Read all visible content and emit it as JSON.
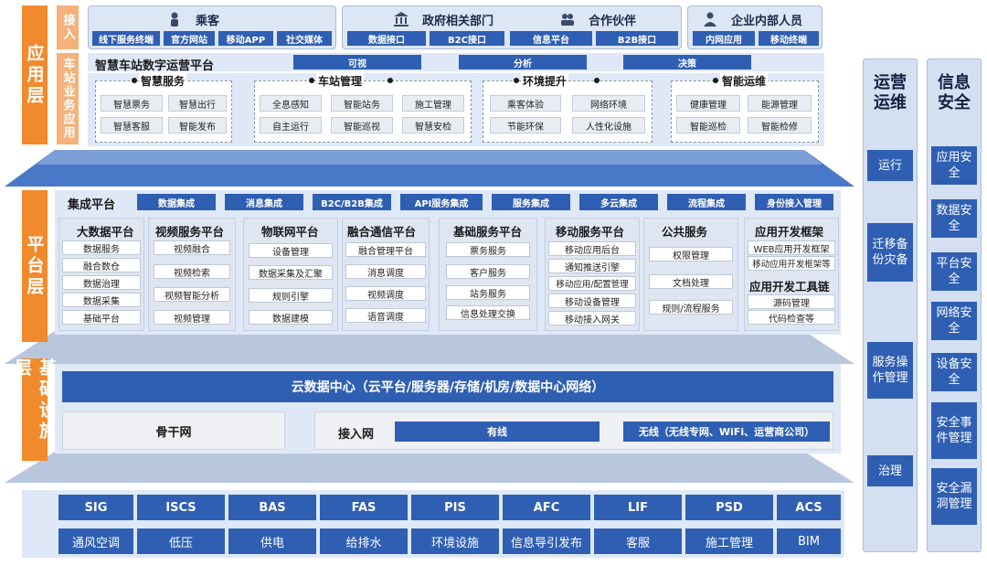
{
  "layers": {
    "application": "应用层",
    "platform": "平台层",
    "infrastructure": "基础设施层",
    "access_label": "接入",
    "station_app_label": "车站业务应用"
  },
  "access": {
    "passenger": {
      "title": "乘客",
      "items": [
        "线下服务终端",
        "官方网站",
        "移动APP",
        "社交媒体"
      ]
    },
    "gov": {
      "title": "政府相关部门",
      "items": [
        "数据接口",
        "B2C接口"
      ]
    },
    "partner": {
      "title": "合作伙伴",
      "items": [
        "信息平台",
        "B2B接口"
      ]
    },
    "internal": {
      "title": "企业内部人员",
      "items": [
        "内网应用",
        "移动终端"
      ]
    }
  },
  "station_platform": {
    "title": "智慧车站数字运营平台",
    "bars": [
      "可视",
      "分析",
      "决策"
    ]
  },
  "app_sections": [
    {
      "title": "智慧服务",
      "items": [
        "智慧票务",
        "智慧出行",
        "智慧客服",
        "智能发布"
      ]
    },
    {
      "title": "车站管理",
      "items": [
        "全息感知",
        "智能站务",
        "施工管理",
        "自主运行",
        "智能巡视",
        "智慧安检"
      ]
    },
    {
      "title": "环境提升",
      "items": [
        "乘客体验",
        "网络环境",
        "节能环保",
        "人性化设施"
      ]
    },
    {
      "title": "智能运维",
      "items": [
        "健康管理",
        "能源管理",
        "智能巡检",
        "智能检修"
      ]
    }
  ],
  "integration": {
    "title": "集成平台",
    "items": [
      "数据集成",
      "消息集成",
      "B2C/B2B集成",
      "API服务集成",
      "服务集成",
      "多云集成",
      "流程集成",
      "身份接入管理"
    ]
  },
  "platform_columns": [
    {
      "title": "大数据平台",
      "items": [
        "数据服务",
        "融合数仓",
        "数据治理",
        "数据采集",
        "基础平台"
      ]
    },
    {
      "title": "视频服务平台",
      "items": [
        "视频融合",
        "视频检索",
        "视频智能分析",
        "视频管理"
      ]
    },
    {
      "title": "物联网平台",
      "items": [
        "设备管理",
        "数据采集及汇聚",
        "规则引擎",
        "数据建模"
      ]
    },
    {
      "title": "融合通信平台",
      "items": [
        "融合管理平台",
        "消息调度",
        "视频调度",
        "语音调度"
      ]
    },
    {
      "title": "基础服务平台",
      "items": [
        "票务服务",
        "客户服务",
        "站务服务",
        "信息处理交换"
      ]
    },
    {
      "title": "移动服务平台",
      "items": [
        "移动应用后台",
        "通知推送引擎",
        "移动应用/配置管理",
        "移动设备管理",
        "移动接入网关"
      ]
    },
    {
      "title": "公共服务",
      "items": [
        "权限管理",
        "文档处理",
        "规则/流程服务"
      ]
    },
    {
      "title": "应用开发框架",
      "items": [
        "WEB应用开发框架",
        "移动应用开发框架等"
      ],
      "title2": "应用开发工具链",
      "items2": [
        "源码管理",
        "代码检查等"
      ]
    }
  ],
  "infra": {
    "cloud": "云数据中心（云平台/服务器/存储/机房/数据中心网络）",
    "backbone": "骨干网",
    "access_net": "接入网",
    "wired": "有线",
    "wireless": "无线（无线专网、WiFi、运营商公司）"
  },
  "devices_row1": [
    "SIG",
    "ISCS",
    "BAS",
    "FAS",
    "PIS",
    "AFC",
    "LIF",
    "PSD",
    "ACS"
  ],
  "devices_row2": [
    "通风空调",
    "低压",
    "供电",
    "给排水",
    "环境设施",
    "信息导引发布",
    "客服",
    "施工管理",
    "BIM"
  ],
  "ops": {
    "title": "运营运维",
    "items": [
      "运行",
      "迁移备份灾备",
      "服务操作管理",
      "治理"
    ]
  },
  "security": {
    "title": "信息安全",
    "items": [
      "应用安全",
      "数据安全",
      "平台安全",
      "网络安全",
      "设备安全",
      "安全事件管理",
      "安全漏洞管理"
    ]
  },
  "colors": {
    "orange": "#f08a2c",
    "blue": "#2f5fb3",
    "panel": "#dfe8f7"
  }
}
